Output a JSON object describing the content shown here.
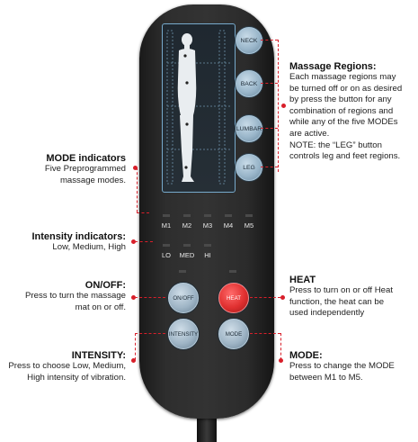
{
  "remote": {
    "region_buttons": [
      "NECK",
      "BACK",
      "LUMBAR",
      "LEG"
    ],
    "modes": [
      "M1",
      "M2",
      "M3",
      "M4",
      "M5"
    ],
    "intensities": [
      "LO",
      "MED",
      "HI"
    ],
    "buttons": {
      "on_off": "ON/OFF",
      "heat": "HEAT",
      "intensity": "INTENSITY",
      "mode": "MODE"
    }
  },
  "annotations": {
    "massage_regions": {
      "title": "Massage Regions:",
      "lines": [
        "Each massage regions may",
        "be turned off or on as desired",
        "by press the button for any",
        "combination of regions and",
        "while any of the five MODEs",
        "are active.",
        "NOTE: the “LEG” button",
        "controls leg and feet regions."
      ]
    },
    "mode_indicators": {
      "title": "MODE indicators",
      "lines": [
        "Five Preprogrammed",
        "massage modes."
      ]
    },
    "intensity_indicators": {
      "title": "Intensity indicators:",
      "lines": [
        "Low, Medium, High"
      ]
    },
    "on_off": {
      "title": "ON/OFF:",
      "lines": [
        "Press to turn the massage",
        "mat on or off."
      ]
    },
    "heat": {
      "title": "HEAT",
      "lines": [
        "Press to turn on or off Heat",
        "function, the heat can be",
        "used independently"
      ]
    },
    "intensity": {
      "title": "INTENSITY:",
      "lines": [
        "Press to choose Low, Medium,",
        "High intensity of vibration."
      ]
    },
    "mode": {
      "title": "MODE:",
      "lines": [
        "Press to change the MODE",
        "between M1 to M5."
      ]
    }
  },
  "colors": {
    "accent": "#d81f2a",
    "remote_body": "#2e2e2e",
    "button": "#9ab6ca",
    "heat_button": "#e03030"
  }
}
